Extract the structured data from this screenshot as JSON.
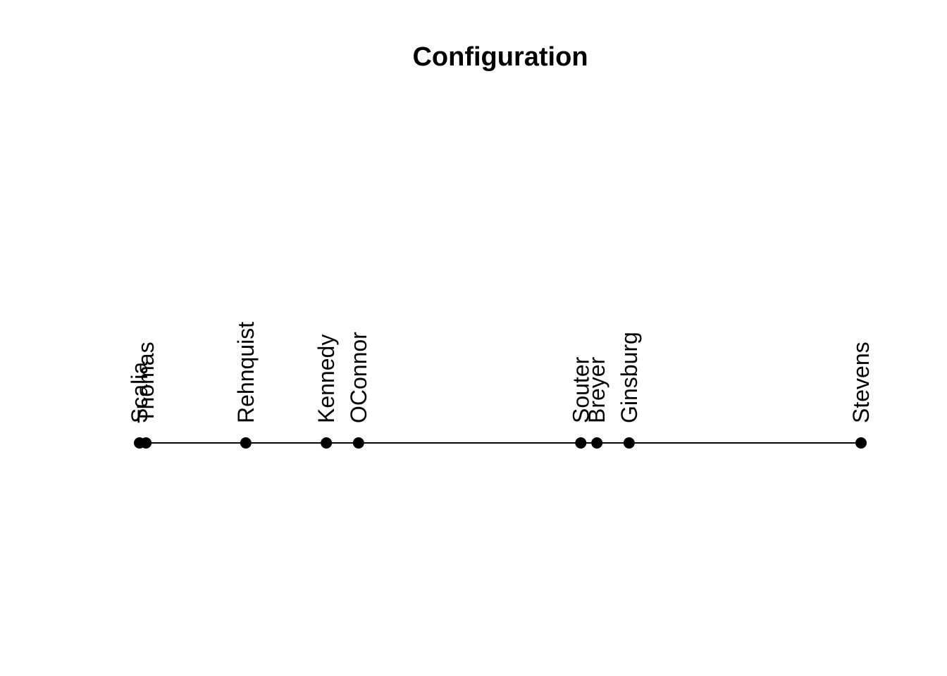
{
  "chart_data": {
    "type": "scatter",
    "title": "Configuration",
    "xlabel": "",
    "ylabel": "",
    "xlim": [
      -1.05,
      1.05
    ],
    "grid": false,
    "legend": "none",
    "point_color": "#000000",
    "line_color": "#000000",
    "points": [
      {
        "label": "Scalia",
        "x": -0.89
      },
      {
        "label": "Thomas",
        "x": -0.87
      },
      {
        "label": "Rehnquist",
        "x": -0.56
      },
      {
        "label": "Kennedy",
        "x": -0.31
      },
      {
        "label": "OConnor",
        "x": -0.21
      },
      {
        "label": "Souter",
        "x": 0.48
      },
      {
        "label": "Breyer",
        "x": 0.53
      },
      {
        "label": "Ginsburg",
        "x": 0.63
      },
      {
        "label": "Stevens",
        "x": 1.35
      }
    ]
  }
}
